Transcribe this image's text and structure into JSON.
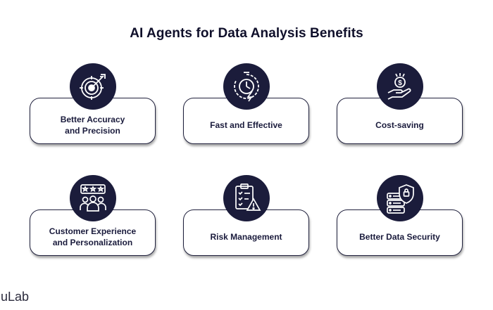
{
  "title": "AI Agents for Data Analysis Benefits",
  "benefits": [
    {
      "label": "Better Accuracy\nand Precision",
      "icon": "target-icon"
    },
    {
      "label": "Fast and Effective",
      "icon": "stopwatch-icon"
    },
    {
      "label": "Cost-saving",
      "icon": "coins-hand-icon"
    },
    {
      "label": "Customer Experience\nand Personalization",
      "icon": "people-rating-icon"
    },
    {
      "label": "Risk Management",
      "icon": "clipboard-warning-icon"
    },
    {
      "label": "Better Data Security",
      "icon": "server-shield-icon"
    }
  ],
  "brand": "luLab",
  "colors": {
    "circle": "#1b1c3b",
    "border": "#20213d",
    "text": "#1a1b3c"
  }
}
